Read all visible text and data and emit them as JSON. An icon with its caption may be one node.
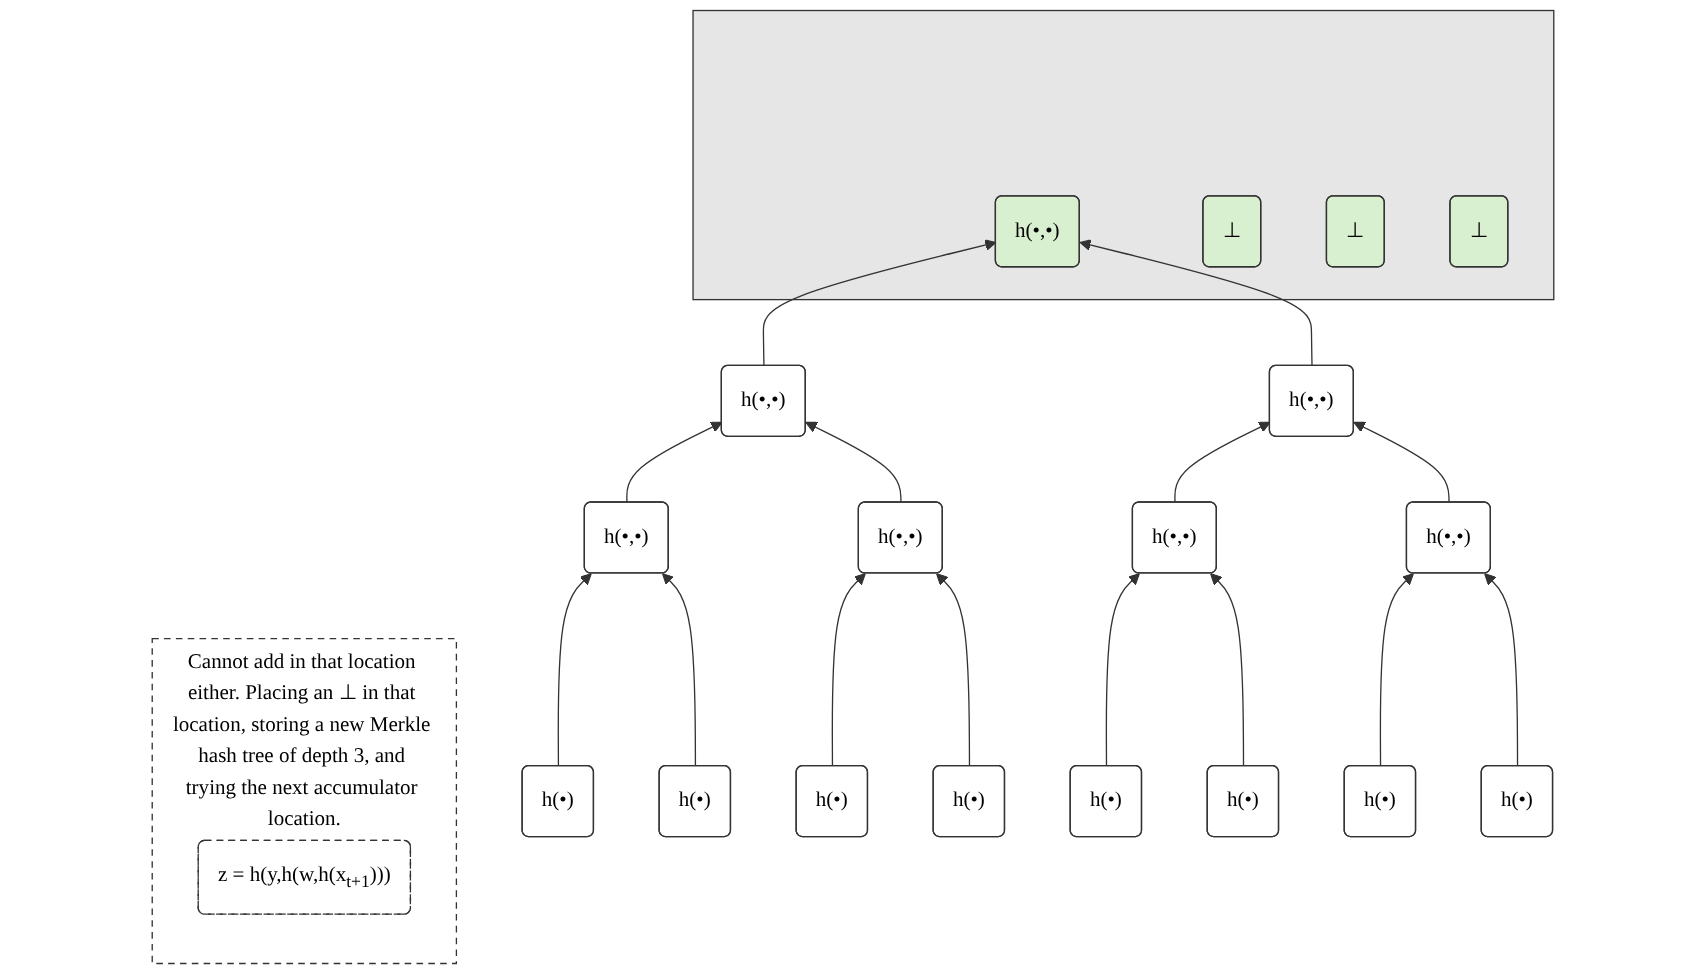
{
  "diagram": {
    "nodes": [
      {
        "text": [],
        "shape": "band"
      },
      {
        "text": [
          "h(•,•)"
        ],
        "in": 0
      },
      {
        "text": [
          "⊥"
        ],
        "in": 0
      },
      {
        "text": [
          "⊥"
        ],
        "in": 0
      },
      {
        "text": [
          "⊥"
        ],
        "in": 0
      },
      {
        "text": [
          "Cannot add in that location either. Placing an ⊥ in that location, storing a new Merkle hash tree of depth 3, and trying the next accumulator location."
        ]
      },
      {
        "text": [
          "z = h(y,h(w,h(x$_{t+1}$)))"
        ],
        "in": 5
      },
      {
        "text": [
          "h(•,•)"
        ]
      },
      {
        "text": [
          "h(•,•)"
        ]
      },
      {
        "text": [
          "h(•,•)"
        ]
      },
      {
        "text": [
          "h(•,•)"
        ]
      },
      {
        "text": [
          "h(•,•)"
        ]
      },
      {
        "text": [
          "h(•,•)"
        ]
      },
      {
        "text": [
          "h(•)"
        ]
      },
      {
        "text": [
          "h(•)"
        ]
      },
      {
        "text": [
          "h(•)"
        ]
      },
      {
        "text": [
          "h(•)"
        ]
      },
      {
        "text": [
          "h(•)"
        ]
      },
      {
        "text": [
          "h(•)"
        ]
      },
      {
        "text": [
          "h(•)"
        ]
      },
      {
        "text": [
          "h(•)"
        ]
      }
    ],
    "edges": [
      {
        "from": 17,
        "to": 9,
        "arrow": "to"
      },
      {
        "from": 13,
        "to": 9,
        "arrow": "to"
      },
      {
        "from": 18,
        "to": 10,
        "arrow": "to"
      },
      {
        "from": 14,
        "to": 10,
        "arrow": "to"
      },
      {
        "from": 19,
        "to": 11,
        "arrow": "to"
      },
      {
        "from": 15,
        "to": 11,
        "arrow": "to"
      },
      {
        "from": 20,
        "to": 12,
        "arrow": "to"
      },
      {
        "from": 16,
        "to": 12,
        "arrow": "to"
      },
      {
        "from": 9,
        "to": 7,
        "arrow": "to"
      },
      {
        "from": 10,
        "to": 7,
        "arrow": "to"
      },
      {
        "from": 11,
        "to": 8,
        "arrow": "to"
      },
      {
        "from": 12,
        "to": 8,
        "arrow": "to"
      },
      {
        "from": 7,
        "to": 1,
        "arrow": "to"
      },
      {
        "from": 8,
        "to": 1,
        "arrow": "to"
      }
    ]
  }
}
